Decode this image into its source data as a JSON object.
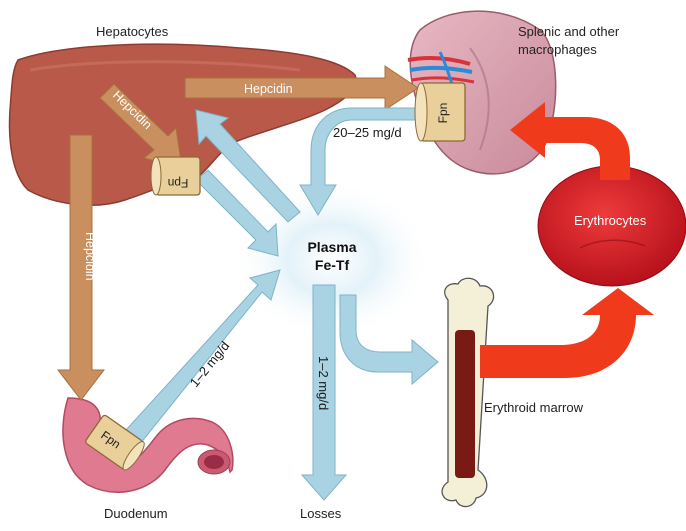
{
  "labels": {
    "hepatocytes": "Hepatocytes",
    "macrophages_line1": "Splenic and other",
    "macrophages_line2": "macrophages",
    "erythrocytes": "Erythrocytes",
    "erythroid_marrow": "Erythroid marrow",
    "duodenum": "Duodenum",
    "losses": "Losses",
    "plasma_line1": "Plasma",
    "plasma_line2": "Fe-Tf"
  },
  "hepcidin_labels": {
    "to_macrophages": "Hepcidin",
    "to_liver_fpn": "Hepcidin",
    "to_duodenum": "Hepcidin"
  },
  "fpn_labels": {
    "liver": "Fpn",
    "macrophage": "Fpn",
    "duodenum": "Fpn"
  },
  "flow_labels": {
    "macrophage_to_plasma": "20–25 mg/d",
    "duodenum_to_plasma": "1–2 mg/d",
    "plasma_to_losses": "1–2 mg/d"
  },
  "colors": {
    "liver": "#b9594a",
    "hepcidin_arrow": "#c98f5f",
    "blue_arrow": "#a9d3e3",
    "red_arrow": "#f03a1c",
    "erythrocyte": "#d7262c",
    "bone": "#f4f0d8",
    "marrow": "#7a1a14",
    "fpn": "#e9cf9a"
  }
}
